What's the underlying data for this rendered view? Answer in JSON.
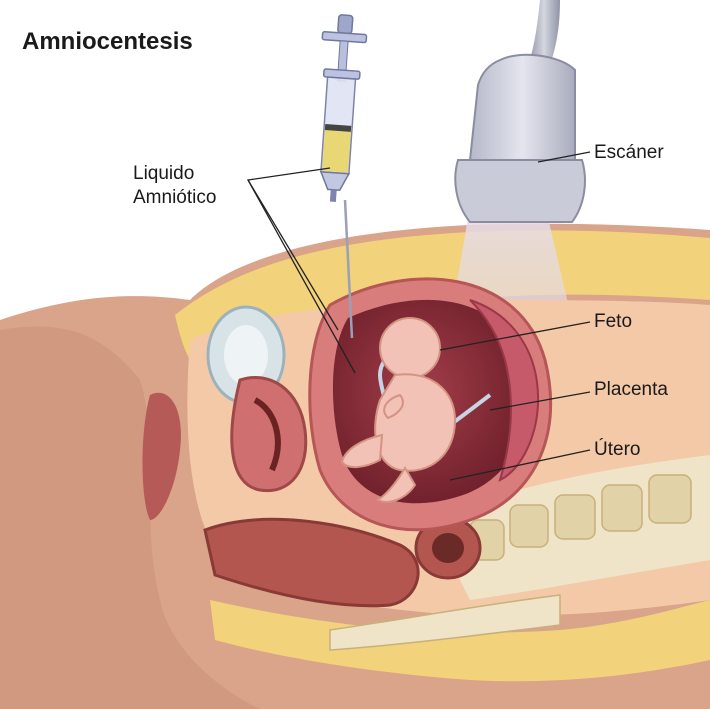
{
  "title": "Amniocentesis",
  "labels": {
    "liquid_line1": "Liquido",
    "liquid_line2": "Amniótico",
    "scanner": "Escáner",
    "fetus": "Feto",
    "placenta": "Placenta",
    "uterus": "Útero"
  },
  "colors": {
    "skin": "#d9a48a",
    "fat": "#f2d27a",
    "uterus_wall": "#d97c7c",
    "amniotic_fluid": "#8a2f3a",
    "fetus": "#f1c2b5",
    "spine": "#efe4c8",
    "scanner_body": "#c9cbd8",
    "syringe_fluid": "#e8d774"
  }
}
